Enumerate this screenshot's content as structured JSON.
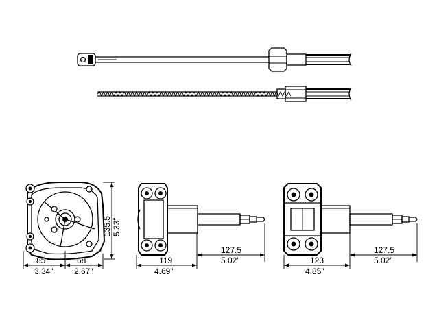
{
  "dimensions": {
    "front_height_mm": "135.5",
    "front_height_in": "5.33\"",
    "front_left_mm": "85",
    "front_left_in": "3.34\"",
    "front_right_mm": "68",
    "front_right_in": "2.67\"",
    "side1_body_mm": "119",
    "side1_body_in": "4.69\"",
    "side1_shaft_mm": "127.5",
    "side1_shaft_in": "5.02\"",
    "side2_body_mm": "123",
    "side2_body_in": "4.85\"",
    "side2_shaft_mm": "127.5",
    "side2_shaft_in": "5.02\""
  }
}
